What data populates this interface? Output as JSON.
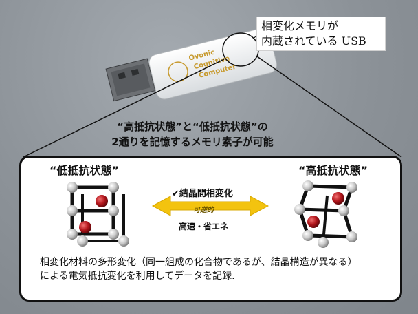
{
  "usb_callout": {
    "line1": "相変化メモリが",
    "line2": "内蔵されている USB"
  },
  "usb_device": {
    "brand_line1": "Ovonic",
    "brand_line2": "Cognitive",
    "brand_line3": "Computer"
  },
  "caption": {
    "line1": "“高抵抗状態”と“低抵抗状態”の",
    "line2": "2通りを記憶するメモリ素子が可能"
  },
  "panel": {
    "low_state_label": "“低抵抗状態”",
    "high_state_label": "“高抵抗状態”",
    "arrow_top_label": "✔結晶間相変化",
    "arrow_mid_label": "可逆的",
    "arrow_bottom_label": "高速・省エネ",
    "description_line1": "相変化材料の多形変化（同一組成の化合物であるが、結晶構造が異なる）",
    "description_line2": "による電気抵抗変化を利用してデータを記録."
  },
  "colors": {
    "arrow": "#f3c30f",
    "atom_red": "#b3161c",
    "atom_grey": "#c9c9c9",
    "usb_brand": "#c79a2e"
  }
}
